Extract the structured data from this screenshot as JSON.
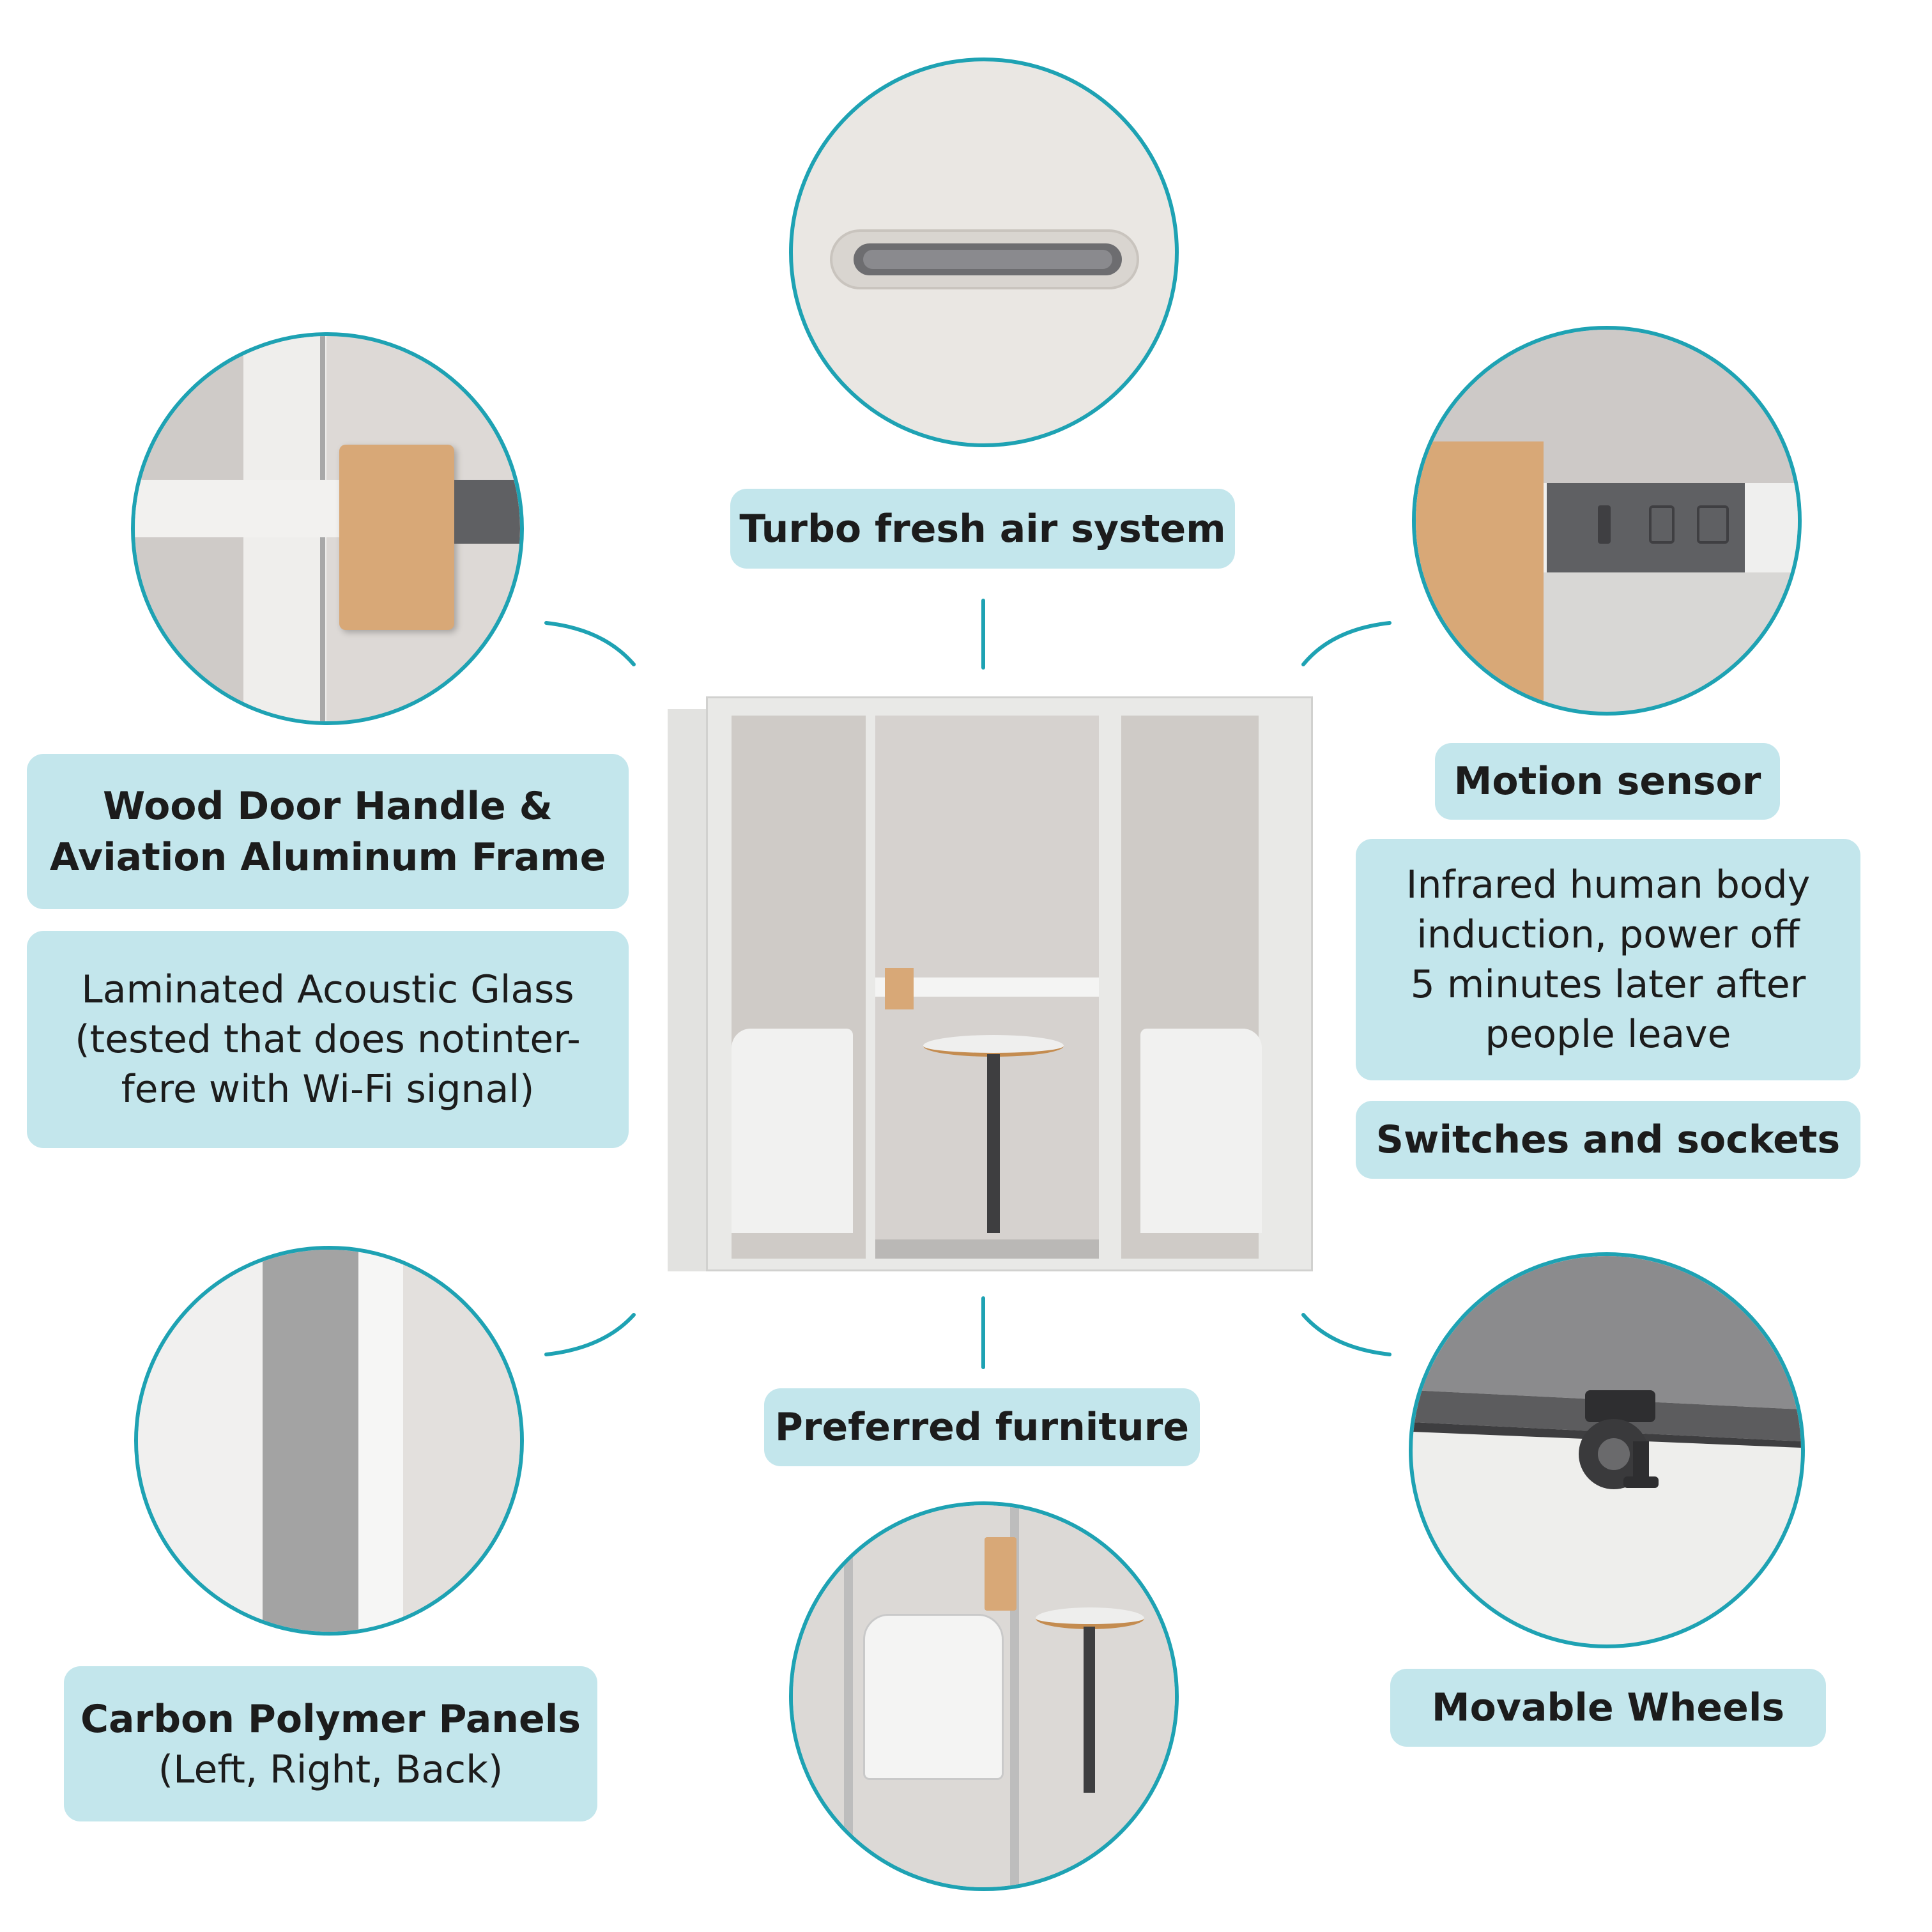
{
  "features": {
    "air": {
      "title": "Turbo fresh air system"
    },
    "handle": {
      "title_line1": "Wood Door Handle &",
      "title_line2": "Aviation Aluminum Frame"
    },
    "glass": {
      "line1": "Laminated Acoustic Glass",
      "line2": "(tested that does notinter-",
      "line3": "fere with Wi-Fi signal)"
    },
    "motion": {
      "title": "Motion sensor",
      "desc_line1": "Infrared human body",
      "desc_line2": "induction, power off",
      "desc_line3": "5 minutes later after",
      "desc_line4": "people leave"
    },
    "switches": {
      "title": "Switches and sockets"
    },
    "furniture": {
      "title": "Preferred furniture"
    },
    "panels": {
      "title": "Carbon Polymer Panels",
      "subtitle": "(Left, Right, Back)"
    },
    "wheels": {
      "title": "Movable Wheels"
    }
  },
  "colors": {
    "accent": "#1ea2b3",
    "label_bg": "#c3e6ec",
    "wood": "#d8a877",
    "frame": "#e6e6e4"
  }
}
